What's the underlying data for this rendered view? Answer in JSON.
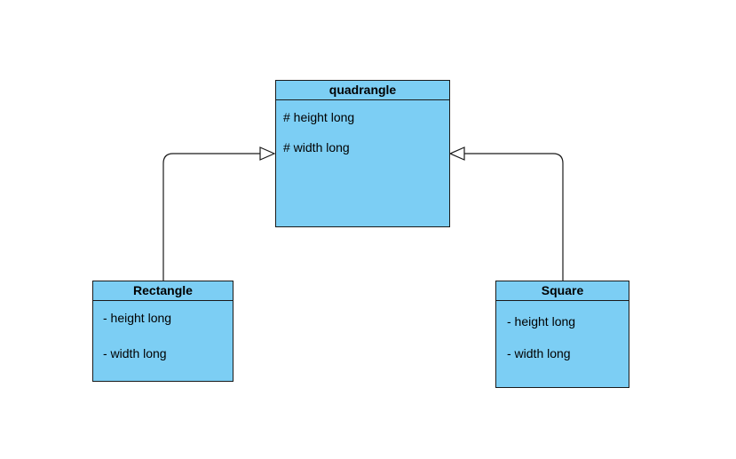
{
  "diagram": {
    "classes": [
      {
        "id": "quadrangle",
        "name": "quadrangle",
        "attributes": [
          "# height long",
          "# width long"
        ]
      },
      {
        "id": "rectangle",
        "name": "Rectangle",
        "attributes": [
          "- height long",
          "- width long"
        ]
      },
      {
        "id": "square",
        "name": "Square",
        "attributes": [
          "- height long",
          "- width long"
        ]
      }
    ],
    "relations": [
      {
        "type": "generalization",
        "from": "Rectangle",
        "to": "quadrangle"
      },
      {
        "type": "generalization",
        "from": "Square",
        "to": "quadrangle"
      }
    ],
    "colors": {
      "class_fill": "#7ccef4",
      "border": "#1a1a1a",
      "background": "#ffffff"
    }
  }
}
